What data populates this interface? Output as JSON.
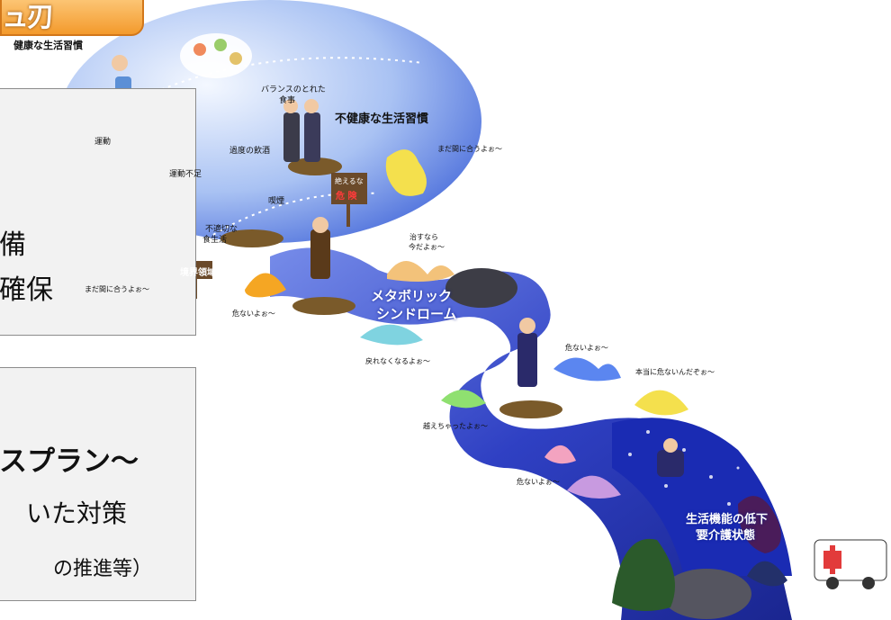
{
  "tab": {
    "label": "ュ刃"
  },
  "box1": {
    "line1": "備",
    "line2": "確保"
  },
  "box2": {
    "line1": "スプラン〜",
    "line2": "いた対策",
    "line3": "の推進等）"
  },
  "stages": {
    "healthy": "健康な生活習慣",
    "unhealthy": "不健康な生活習慣",
    "boundary": "境界領域",
    "metabolic_1": "メタボリック",
    "metabolic_2": "シンドローム",
    "decline_1": "生活機能の低下",
    "decline_2": "要介護状態"
  },
  "labels": {
    "balanced_1": "バランスのとれた",
    "balanced_2": "食事",
    "exercise": "運動",
    "drinking": "過度の飲酒",
    "lack_exercise": "運動不足",
    "smoking": "喫煙",
    "diet_1": "不適切な",
    "diet_2": "食生活",
    "danger_1": "絶えるな",
    "danger_2": "危 険"
  },
  "bubbles": {
    "b1": "まだ間に合うよぉ〜",
    "b2": "まだ間に合うよぉ〜",
    "b3": "危ないよぉ〜",
    "b4_1": "治すなら",
    "b4_2": "今だよぉ〜",
    "b5": "戻れなくなるよぉ〜",
    "b6": "危ないよぉ〜",
    "b7": "本当に危ないんだぞぉ〜",
    "b8": "越えちゃったよぉ〜",
    "b9": "危ないよぉ〜"
  },
  "colors": {
    "river": "#2a3fc8",
    "cloud": "#9fb8f0",
    "tab": "#f39a2c"
  }
}
